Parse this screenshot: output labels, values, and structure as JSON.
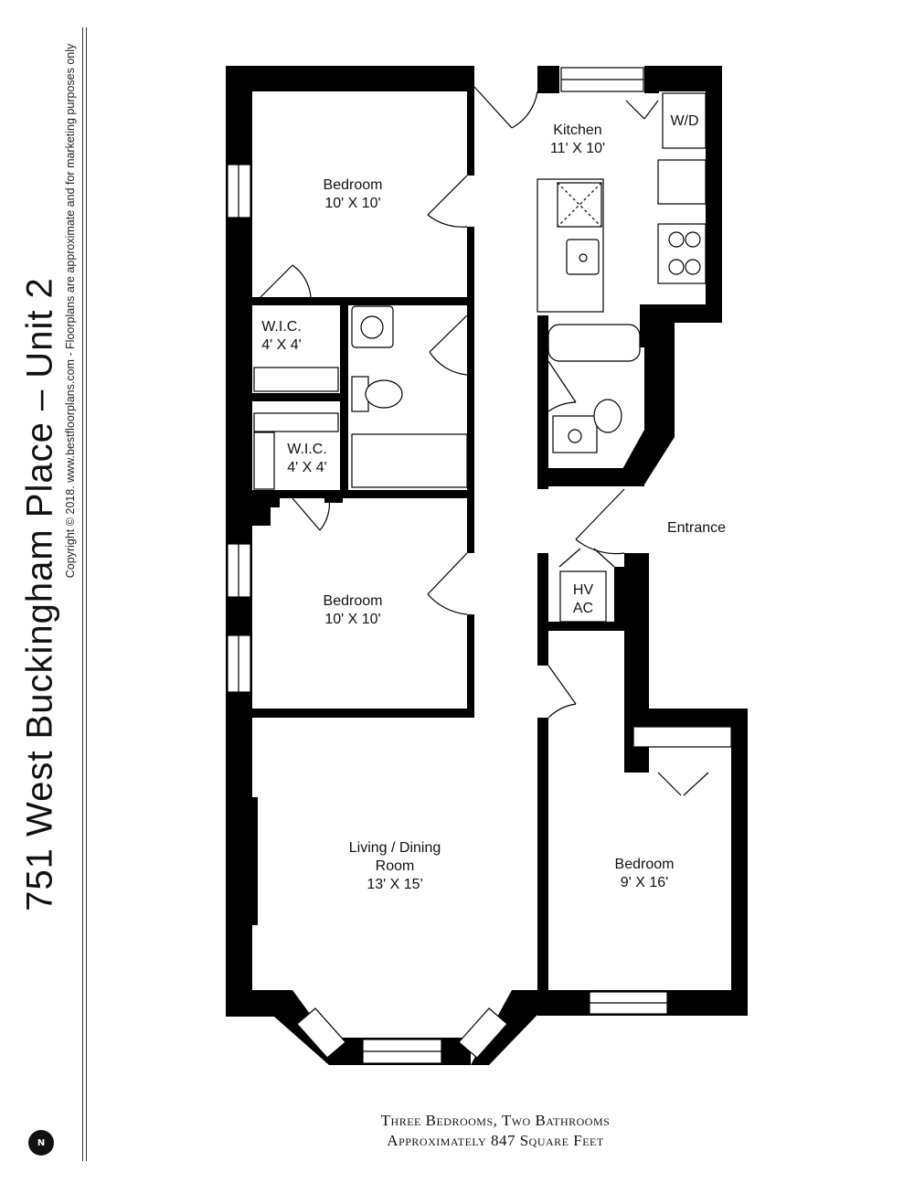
{
  "header": {
    "title": "751 West Buckingham Place – Unit 2",
    "copyright": "Copyright © 2018. www.bestfloorplans.com - Floorplans are approximate and for marketing purposes only"
  },
  "rooms": {
    "bedroom_1": {
      "name": "Bedroom",
      "size": "10' X 10'"
    },
    "kitchen": {
      "name": "Kitchen",
      "size": "11' X 10'"
    },
    "wd": {
      "name": "W/D"
    },
    "wic_1": {
      "name": "W.I.C.",
      "size": "4' X 4'"
    },
    "wic_2": {
      "name": "W.I.C.",
      "size": "4' X 4'"
    },
    "entrance": {
      "name": "Entrance"
    },
    "hvac": {
      "line1": "HV",
      "line2": "AC"
    },
    "bedroom_2": {
      "name": "Bedroom",
      "size": "10' X 10'"
    },
    "living": {
      "line1": "Living / Dining",
      "line2": "Room",
      "size": "13' X 15'"
    },
    "bedroom_3": {
      "name": "Bedroom",
      "size": "9' X 16'"
    }
  },
  "footer": {
    "line1": "Three Bedrooms, Two Bathrooms",
    "line2": "Approximately 847 Square Feet"
  },
  "compass": {
    "label": "N"
  }
}
